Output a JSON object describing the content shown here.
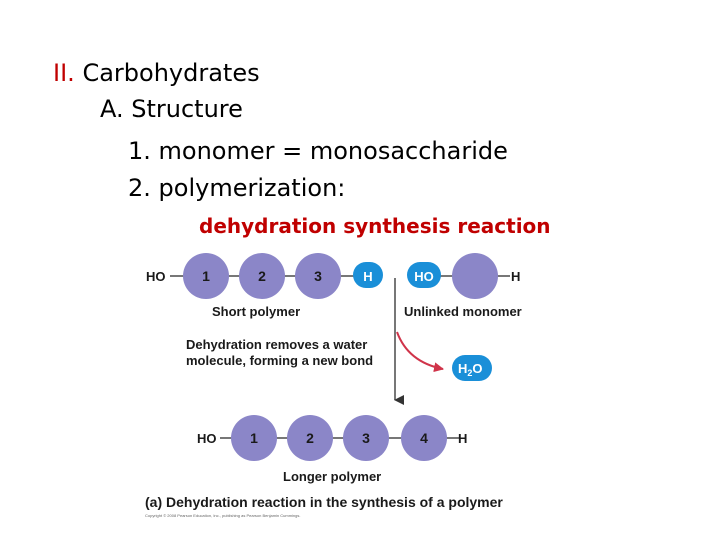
{
  "outline": {
    "heading": {
      "numeral": "II.",
      "text": "Carbohydrates"
    },
    "subheading": "A. Structure",
    "item1": "1. monomer = monosaccharide",
    "item2": "2. polymerization:",
    "reaction_title": "dehydration synthesis reaction"
  },
  "figure": {
    "top_row": {
      "left_end": "HO",
      "monomers": [
        "1",
        "2",
        "3"
      ],
      "hydrogen": "H",
      "free_ho": "HO",
      "right_end": "H"
    },
    "short_polymer_label": "Short polymer",
    "unlinked_monomer_label": "Unlinked monomer",
    "dehydration_note": [
      "Dehydration removes a water",
      "molecule, forming a new bond"
    ],
    "water": {
      "base": "H",
      "sub": "2",
      "rest": "O"
    },
    "bottom_row": {
      "left_end": "HO",
      "monomers": [
        "1",
        "2",
        "3",
        "4"
      ],
      "right_end": "H"
    },
    "longer_polymer_label": "Longer polymer",
    "caption": "(a) Dehydration reaction in the synthesis of a polymer",
    "copyright": "Copyright © 2008 Pearson Education, Inc., publishing as Pearson Benjamin Cummings."
  },
  "colors": {
    "numeral_red": "#c00000",
    "monomer_purple": "#8b86c8",
    "ho_blue": "#1a8fd8",
    "line_gray": "#777777",
    "arrow_red": "#d0344a"
  }
}
